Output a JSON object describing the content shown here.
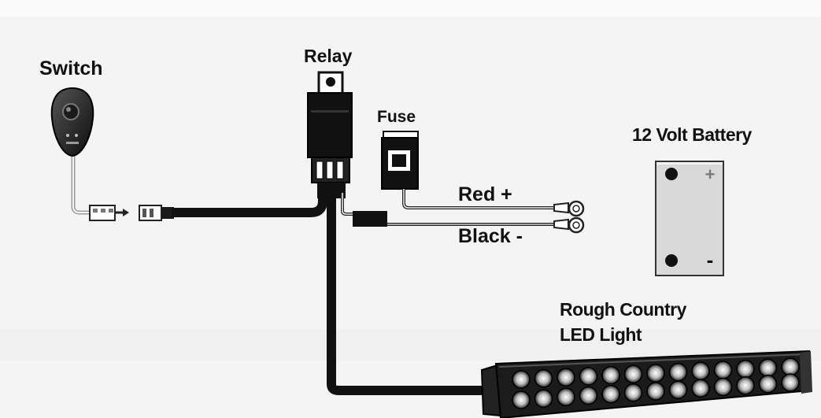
{
  "labels": {
    "switch": "Switch",
    "relay": "Relay",
    "fuse": "Fuse",
    "battery": "12 Volt Battery",
    "red_wire": "Red +",
    "black_wire": "Black -",
    "light_line1": "Rough Country",
    "light_line2": "LED Light"
  },
  "battery_terminals": {
    "positive": "+",
    "negative": "-"
  },
  "colors": {
    "background": "#f4f4f4",
    "wire": "#111111",
    "battery_body": "#d9d9d9"
  }
}
